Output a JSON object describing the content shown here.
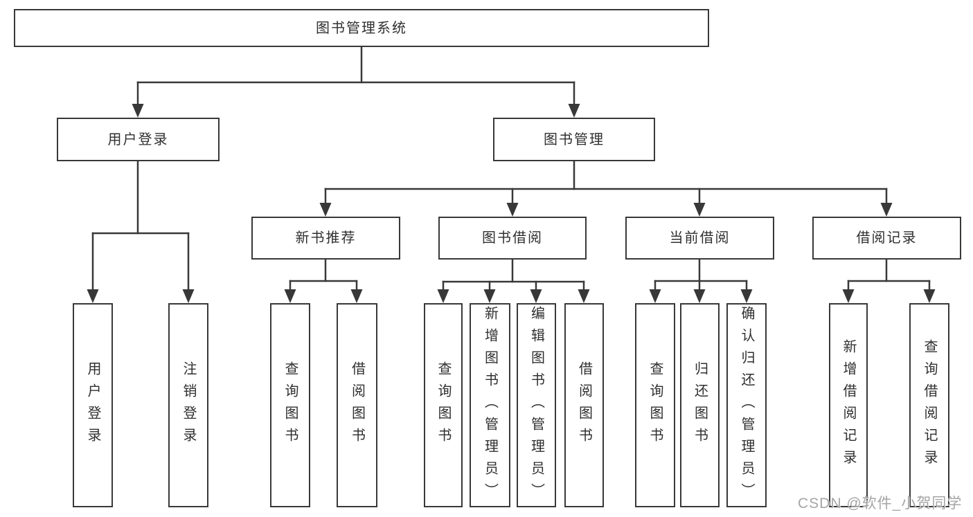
{
  "diagram": {
    "tree": {
      "root": "图书管理系统",
      "branches": [
        {
          "label": "用户登录",
          "children": [
            "用户登录",
            "注销登录"
          ]
        },
        {
          "label": "图书管理",
          "children": [
            {
              "label": "新书推荐",
              "children": [
                "查询图书",
                "借阅图书"
              ]
            },
            {
              "label": "图书借阅",
              "children": [
                "查询图书",
                "新增图书（管理员）",
                "编辑图书（管理员）",
                "借阅图书"
              ]
            },
            {
              "label": "当前借阅",
              "children": [
                "查询图书",
                "归还图书",
                "确认归还（管理员）"
              ]
            },
            {
              "label": "借阅记录",
              "children": [
                "新增借阅记录",
                "查询借阅记录"
              ]
            }
          ]
        }
      ]
    },
    "watermark": "CSDN @软件_小贺同学",
    "colors": {
      "line": "#383838",
      "text": "#2f2f2f",
      "watermark": "#a5a5a5",
      "background": "#ffffff"
    }
  }
}
